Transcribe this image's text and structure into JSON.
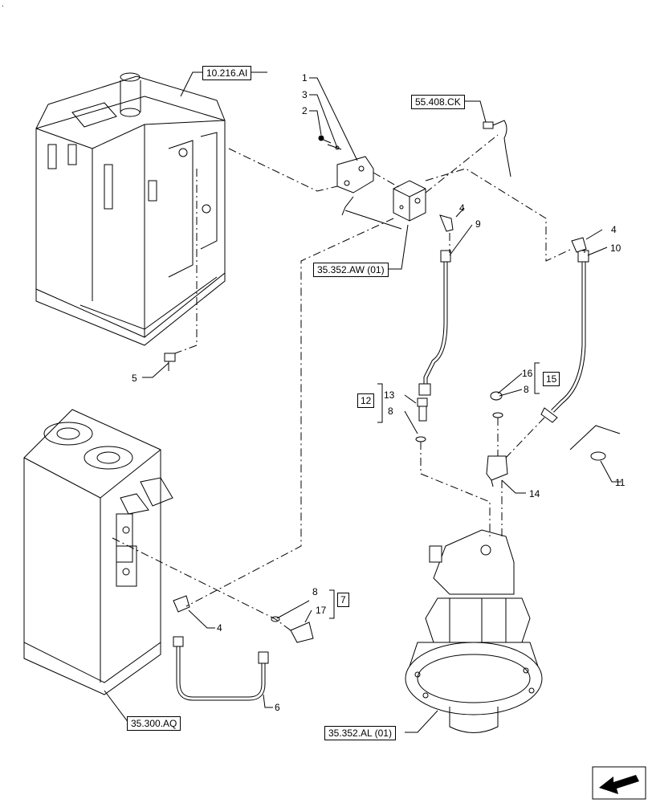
{
  "corner_mark": ".",
  "references": {
    "tank_top": "10.216.AI",
    "sensor_cable": "55.408.CK",
    "valve_block": "35.352.AW (01)",
    "tank_bottom": "35.300.AQ",
    "swing_motor": "35.352.AL (01)"
  },
  "callouts": [
    "1",
    "2",
    "3",
    "4",
    "4",
    "4",
    "5",
    "6",
    "8",
    "8",
    "8",
    "9",
    "10",
    "11",
    "13",
    "14",
    "16",
    "17"
  ],
  "groups": [
    "12",
    "15",
    "7"
  ],
  "icons": {
    "nav": "arrow-left-icon"
  }
}
